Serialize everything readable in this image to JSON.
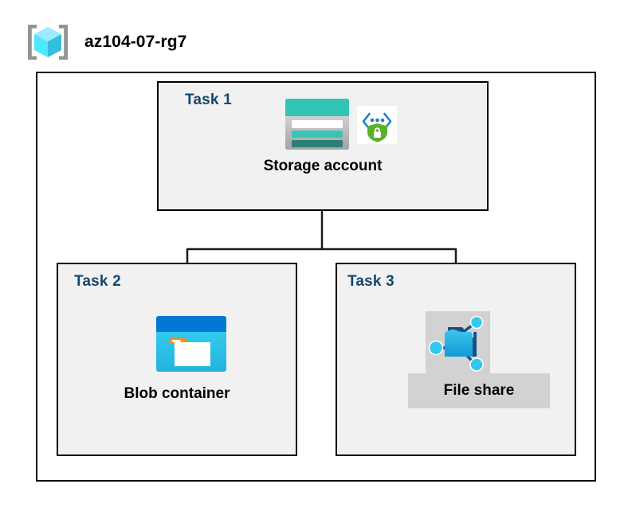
{
  "resource_group": {
    "icon": "resource-group-cube-icon",
    "title": "az104-07-rg7"
  },
  "diagram": {
    "type": "azure-architecture",
    "tasks": [
      {
        "id": "task1",
        "label": "Task 1",
        "node_label": "Storage account",
        "icons": [
          "storage-account-icon",
          "secure-endpoint-shield-icon"
        ]
      },
      {
        "id": "task2",
        "label": "Task 2",
        "node_label": "Blob container",
        "icons": [
          "blob-container-icon"
        ]
      },
      {
        "id": "task3",
        "label": "Task 3",
        "node_label": "File share",
        "icons": [
          "file-share-icon"
        ],
        "selected": true
      }
    ],
    "connections": [
      {
        "from": "Storage account",
        "to": "Blob container"
      },
      {
        "from": "Storage account",
        "to": "File share"
      }
    ]
  },
  "colors": {
    "task_label": "#12486e",
    "node_label": "#000000",
    "task_box_fill": "#f1f1f1",
    "boundary_stroke": "#000000",
    "connector_stroke": "#1a1a1a",
    "selection_highlight": "#d2d2d2",
    "storage_teal": "#32c5b4",
    "blob_blue": "#0078d4",
    "blob_cyan": "#32d1ef",
    "folder_orange": "#f78d1e",
    "shield_green": "#5ab12a",
    "cube_cyan": "#50e6ff",
    "bracket_gray": "#949494"
  }
}
